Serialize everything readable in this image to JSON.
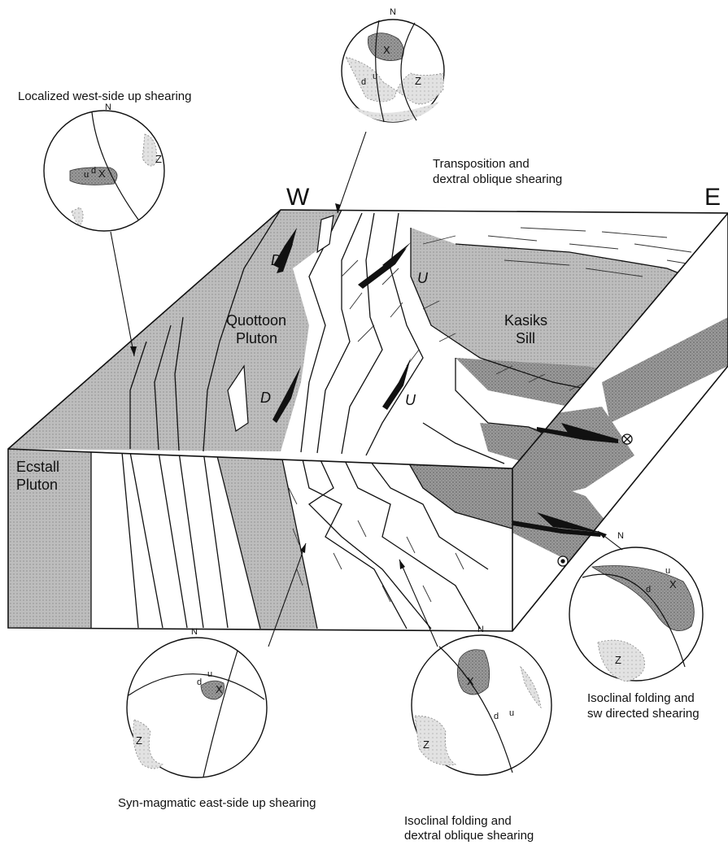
{
  "compass": {
    "north": "N"
  },
  "block": {
    "west_label": "W",
    "east_label": "E",
    "units": {
      "quottoon_1": "Quottoon",
      "quottoon_2": "Pluton",
      "kasiks_1": "Kasiks",
      "kasiks_2": "Sill",
      "ecstall_1": "Ecstall",
      "ecstall_2": "Pluton"
    },
    "shear_sense": {
      "down": "D",
      "up": "U"
    }
  },
  "stereonets": [
    {
      "id": "top",
      "caption": [
        "Transposition and",
        "dextral oblique shearing"
      ],
      "labels": [
        "X",
        "Z",
        "d",
        "u"
      ]
    },
    {
      "id": "upper-left",
      "caption": [
        "Localized west-side up shearing"
      ],
      "labels": [
        "X",
        "Z",
        "u",
        "d"
      ]
    },
    {
      "id": "bottom-left",
      "caption": [
        "Syn-magmatic east-side up shearing"
      ],
      "labels": [
        "X",
        "Z",
        "d",
        "u"
      ]
    },
    {
      "id": "bottom-center",
      "caption": [
        "Isoclinal folding and",
        "dextral oblique shearing"
      ],
      "labels": [
        "X",
        "Z",
        "d",
        "u"
      ]
    },
    {
      "id": "right",
      "caption": [
        "Isoclinal folding and",
        "sw directed shearing"
      ],
      "labels": [
        "X",
        "Z",
        "d",
        "u"
      ]
    }
  ],
  "colors": {
    "stipple_dark": "#8c8c8c",
    "stipple_light": "#d2d2d2",
    "line": "#111111"
  }
}
